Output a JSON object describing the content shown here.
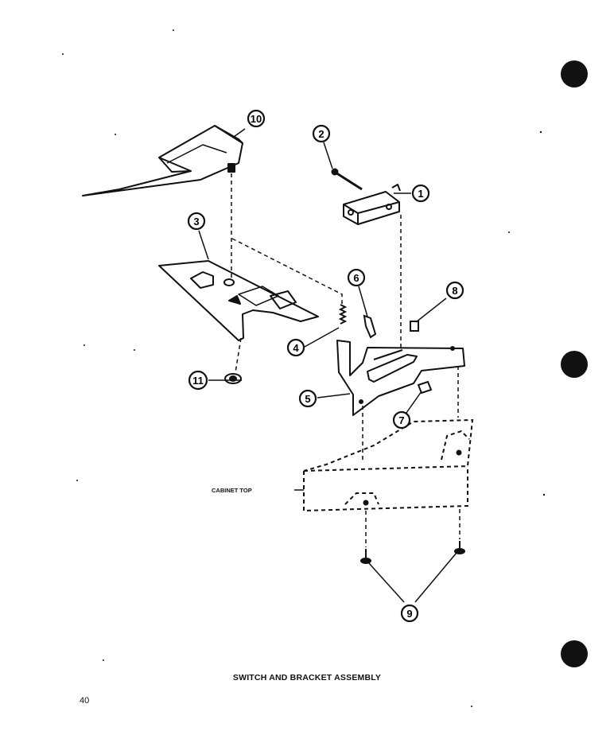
{
  "diagram": {
    "caption": "SWITCH AND BRACKET ASSEMBLY",
    "page_number": "40",
    "label_cabinet_top": "CABINET TOP",
    "callouts": [
      "1",
      "2",
      "3",
      "4",
      "5",
      "6",
      "7",
      "8",
      "9",
      "10",
      "11"
    ]
  },
  "colors": {
    "ink": "#111111",
    "paper": "#ffffff"
  }
}
